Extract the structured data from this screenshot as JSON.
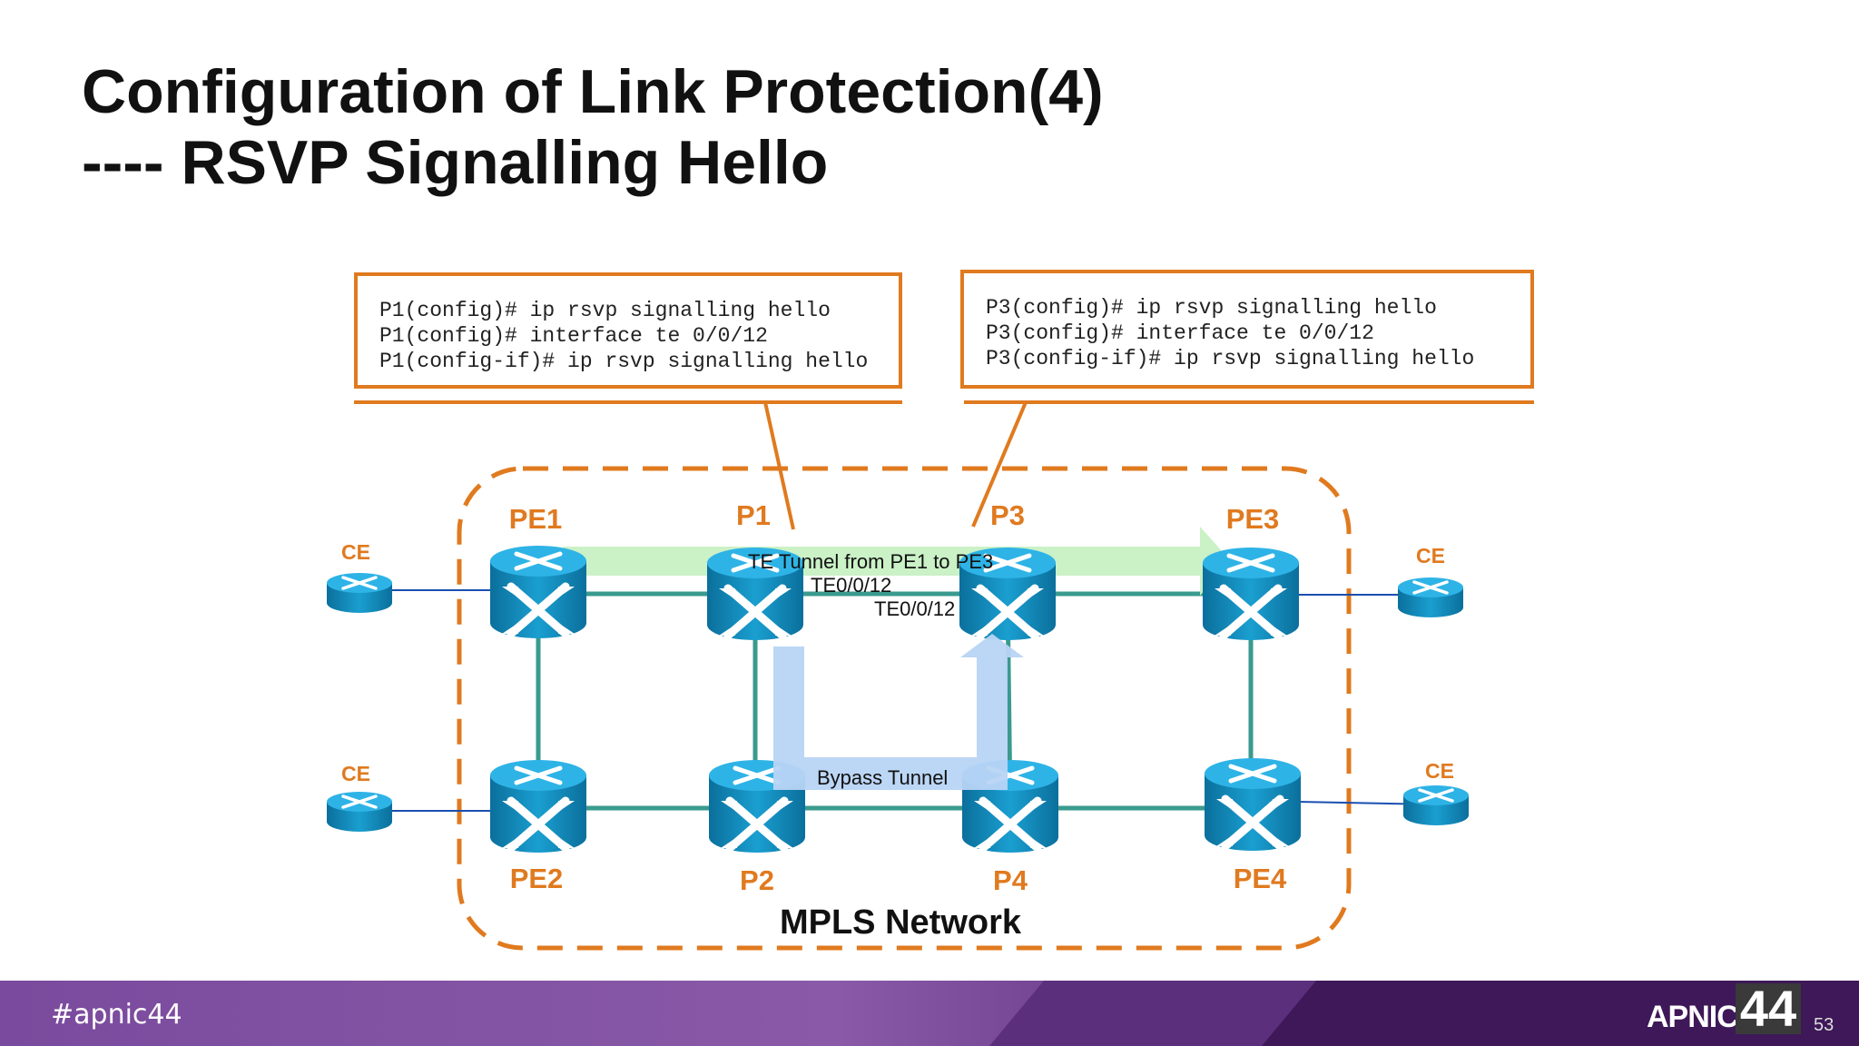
{
  "slide": {
    "title_line1": "Configuration of Link Protection(4)",
    "title_line2": "---- RSVP Signalling Hello"
  },
  "config_boxes": {
    "p1": [
      "P1(config)# ip rsvp signalling hello",
      "P1(config)# interface te 0/0/12",
      "P1(config-if)# ip rsvp signalling hello"
    ],
    "p3": [
      "P3(config)# ip rsvp signalling hello",
      "P3(config)# interface te 0/0/12",
      "P3(config-if)# ip rsvp signalling hello"
    ]
  },
  "diagram": {
    "routers": {
      "pe1": "PE1",
      "p1": "P1",
      "p3": "P3",
      "pe3": "PE3",
      "pe2": "PE2",
      "p2": "P2",
      "p4": "P4",
      "pe4": "PE4"
    },
    "ce_label": "CE",
    "te_tunnel_label": "TE Tunnel from PE1 to PE3",
    "interface_p1": "TE0/0/12",
    "interface_p3": "TE0/0/12",
    "bypass_label": "Bypass Tunnel",
    "network_label": "MPLS Network"
  },
  "colors": {
    "accent_orange": "#e07a1f",
    "router_blue": "#0a78a8",
    "link_teal": "#3a9a8e",
    "tunnel_green": "#c8f0c4",
    "bypass_blue": "#b8d4f4"
  },
  "footer": {
    "hashtag": "#apnic44",
    "brand": "APNIC",
    "brand_number": "44",
    "page_number": "53"
  }
}
